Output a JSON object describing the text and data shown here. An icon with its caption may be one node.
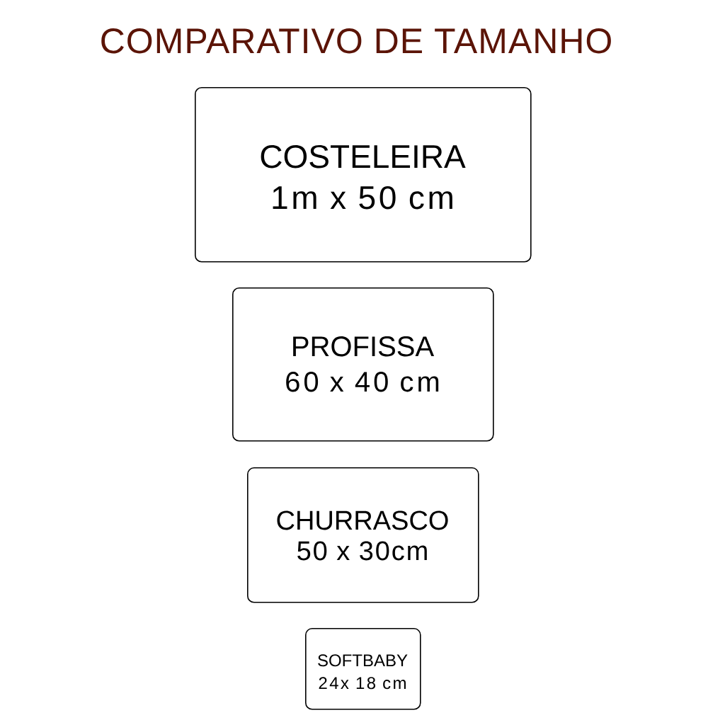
{
  "diagram": {
    "title": "COMPARATIVO DE TAMANHO",
    "nodes": [
      {
        "text": [
          "COSTELEIRA",
          "1m x 50 cm"
        ]
      },
      {
        "text": [
          "PROFISSA",
          "60 x 40 cm"
        ]
      },
      {
        "text": [
          "CHURRASCO",
          "50 x 30cm"
        ]
      },
      {
        "text": [
          "SOFTBABY",
          "24x 18 cm"
        ]
      }
    ]
  }
}
